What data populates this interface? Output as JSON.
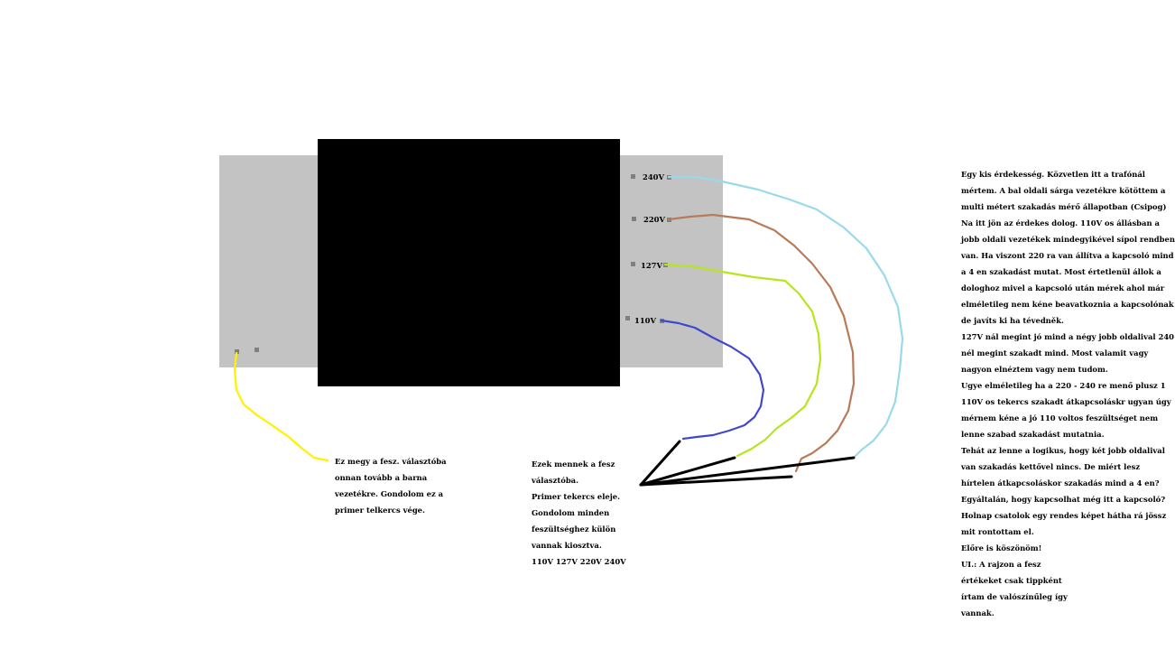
{
  "colors": {
    "background": "#ffffff",
    "core": "#c3c3c3",
    "winding": "#000000",
    "terminal": "#7f7f7f",
    "wire_240": "#99d9ea",
    "wire_220": "#b97a57",
    "wire_127": "#b5e61d",
    "wire_110": "#3f48cc",
    "wire_yellow": "#fff200",
    "wire_black": "#000000"
  },
  "taps": {
    "v240": "240V",
    "v220": "220V",
    "v127": "127V",
    "v110": "110V"
  },
  "notes": {
    "left": [
      "Ez megy a fesz. választóba",
      "onnan tovább a barna",
      "vezetékre. Gondolom ez a",
      "primer telkercs vége."
    ],
    "middle": [
      "Ezek mennek a fesz",
      "választóba.",
      "Primer tekercs eleje.",
      "Gondolom minden",
      "feszültséghez külön",
      "vannak kiosztva.",
      "110V 127V 220V 240V"
    ],
    "right": [
      "Egy kis érdekesség. Közvetlen itt a trafónál",
      "mértem. A bal oldali sárga vezetékre kötöttem a",
      "multi métert szakadás mérő állapotban (Csipog)",
      "Na itt jön az érdekes dolog. 110V os állásban a",
      "jobb oldali vezetékek mindegyikével sípol rendben",
      "van. Ha viszont 220 ra van állítva a kapcsoló mind",
      "a 4 en szakadást mutat. Most értetlenül állok a",
      "dologhoz mivel a kapcsoló után mérek ahol már",
      "elméletileg nem kéne beavatkoznia a kapcsolónak",
      "de javíts ki ha tévedněk.",
      "127V nál megint jó mind a négy jobb oldalival 240",
      "nél megint szakadt mind. Most valamit vagy",
      "nagyon elnéztem vagy nem tudom.",
      "Ugye elméletileg ha a 220 - 240 re menő plusz 1",
      "110V os tekercs szakadt átkapcsoláskr ugyan úgy",
      "mérnem kéne a jó 110 voltos feszültséget nem",
      "lenne szabad szakadást mutatnia.",
      "Tehát az lenne a logikus, hogy két jobb oldalival",
      "van szakadás kettővel nincs. De miért lesz",
      "hírtelen átkapcsoláskor szakadás mind a 4 en?",
      "Egyáltalán, hogy kapcsolhat még itt a kapcsoló?",
      "Holnap csatolok egy rendes képet hátha rá jössz",
      "mit rontottam el.",
      "Előre is köszönöm!",
      "UI.: A rajzon a fesz",
      "értékeket csak tippként",
      "írtam de valószínűleg így",
      "vannak."
    ]
  }
}
